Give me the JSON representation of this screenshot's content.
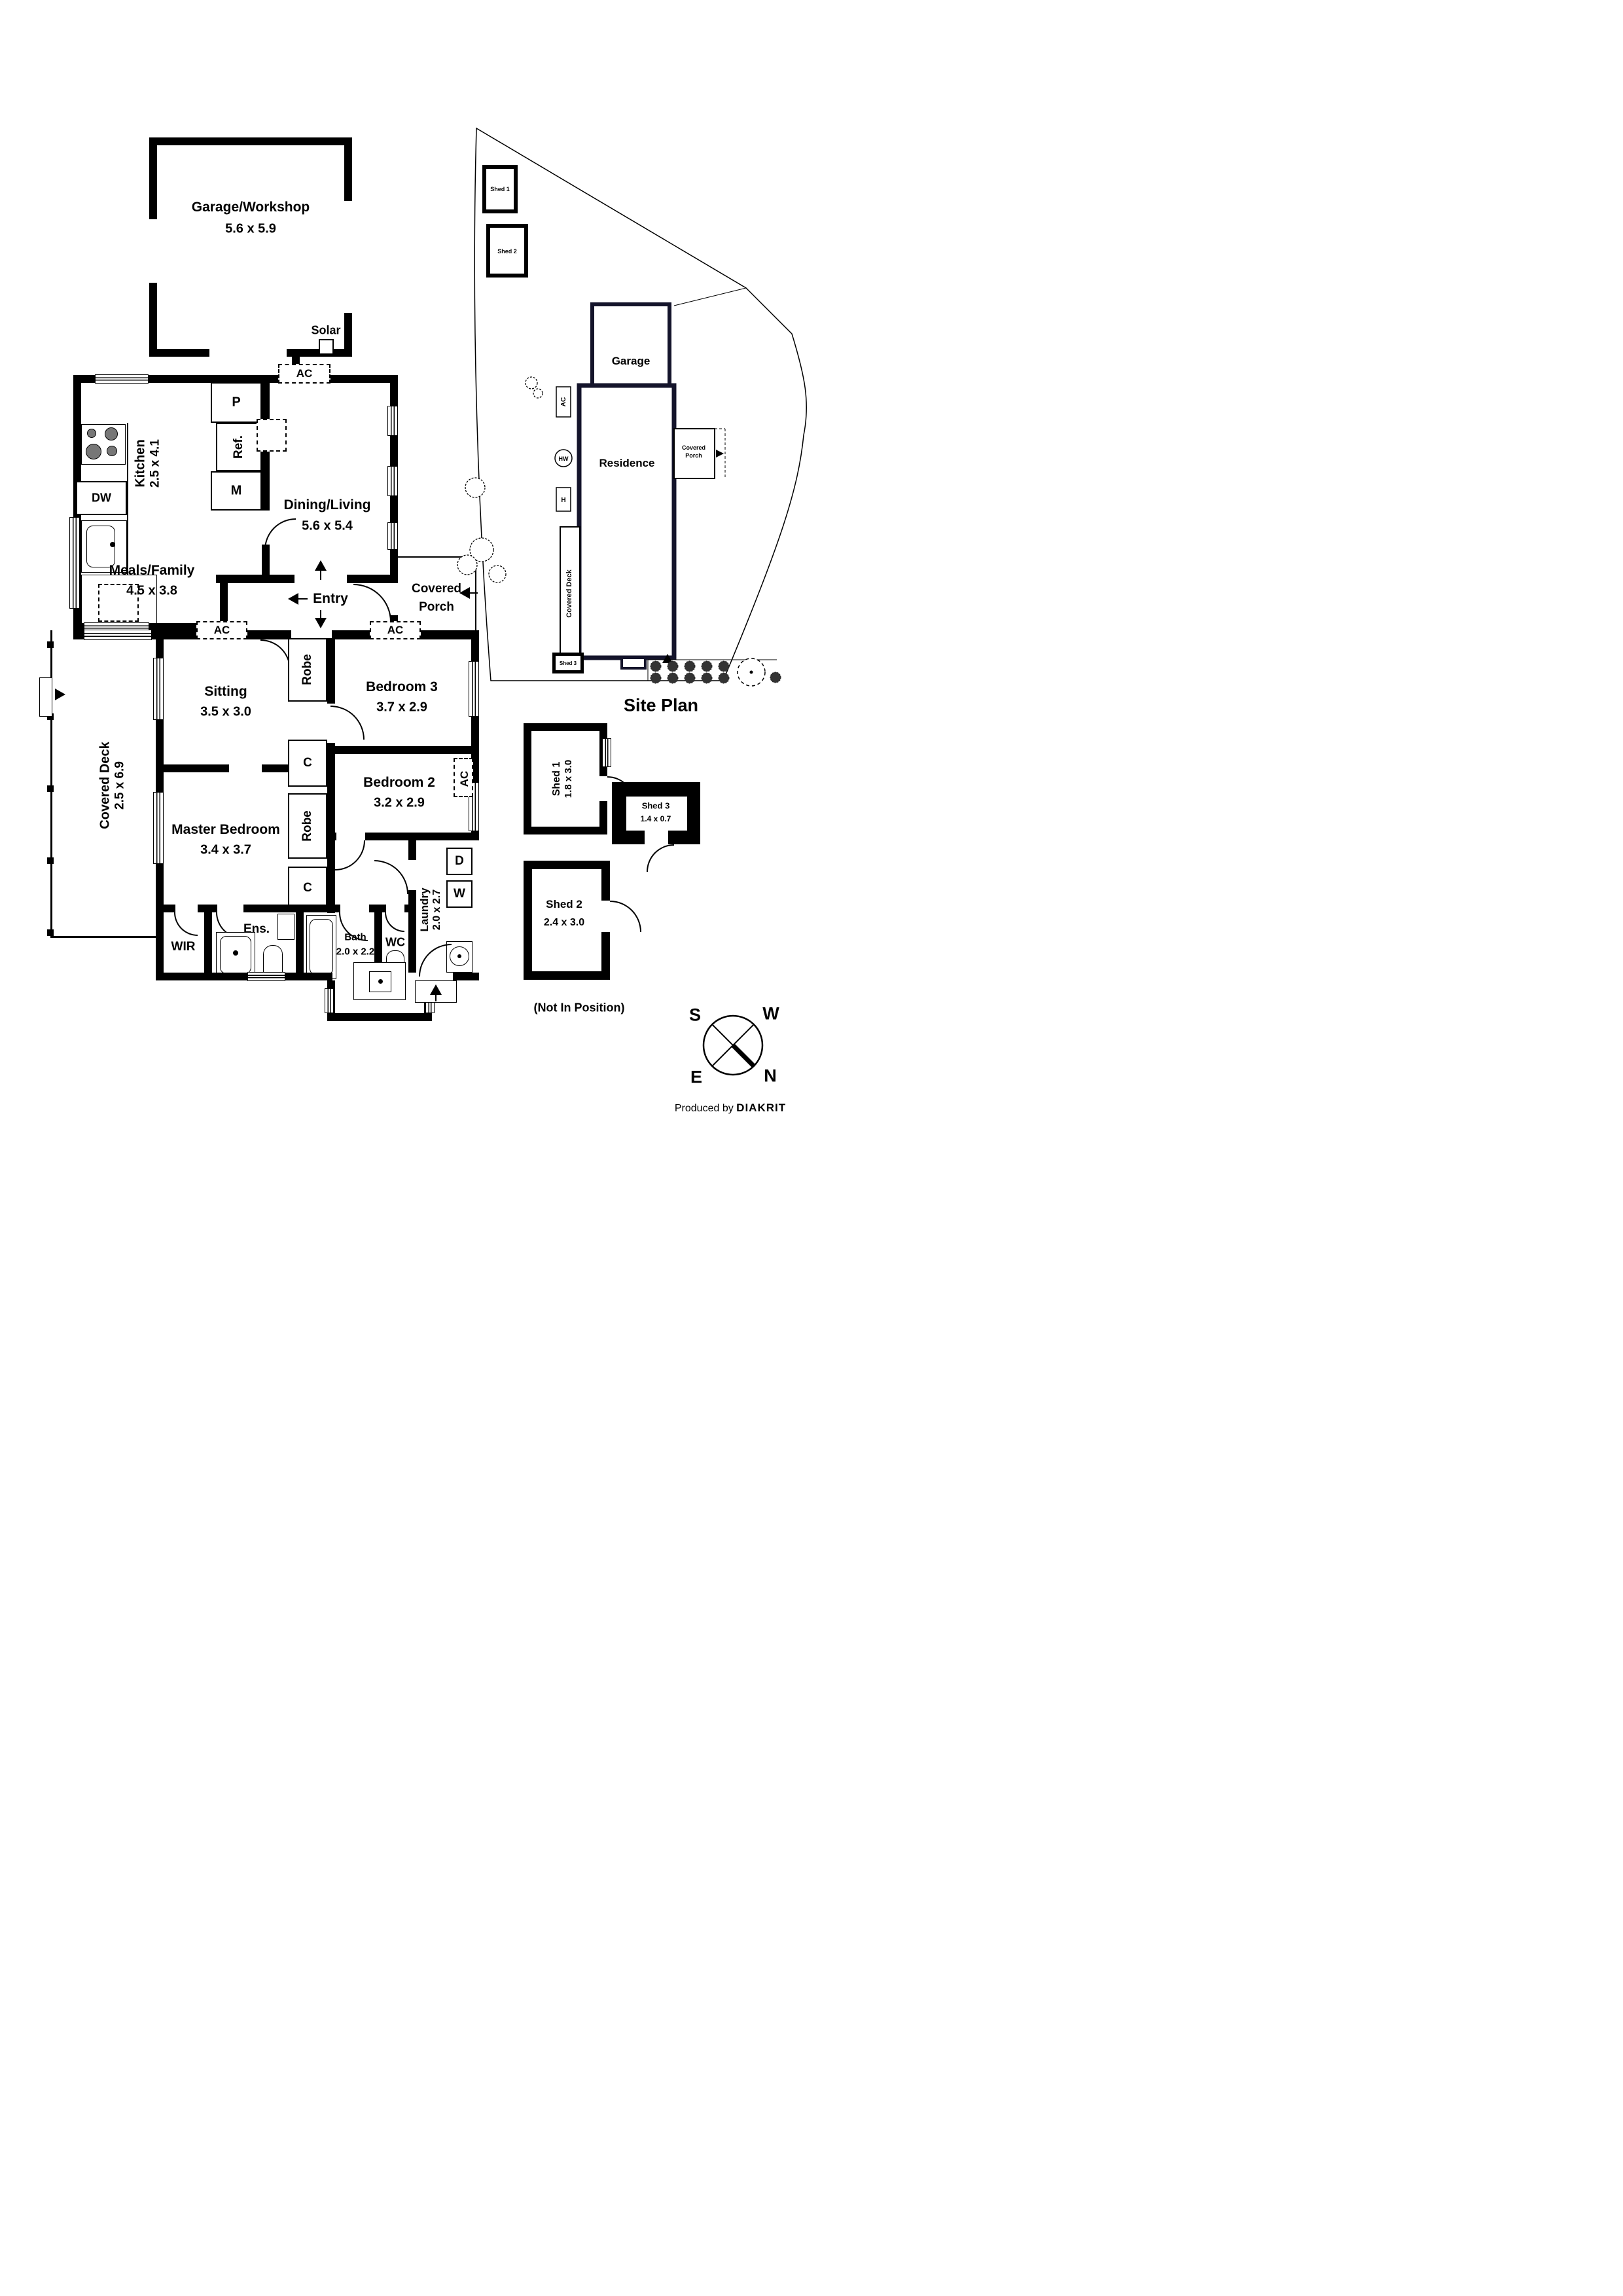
{
  "floorplan": {
    "rooms": {
      "garage": {
        "name": "Garage/Workshop",
        "dims": "5.6 x 5.9"
      },
      "kitchen": {
        "name": "Kitchen",
        "dims": "2.5 x 4.1"
      },
      "dining": {
        "name": "Dining/Living",
        "dims": "5.6 x 5.4"
      },
      "meals": {
        "name": "Meals/Family",
        "dims": "4.5 x 3.8"
      },
      "entry": {
        "name": "Entry"
      },
      "porch": {
        "line1": "Covered",
        "line2": "Porch"
      },
      "sitting": {
        "name": "Sitting",
        "dims": "3.5 x 3.0"
      },
      "bed3": {
        "name": "Bedroom 3",
        "dims": "3.7 x 2.9"
      },
      "bed2": {
        "name": "Bedroom 2",
        "dims": "3.2 x 2.9"
      },
      "master": {
        "name": "Master Bedroom",
        "dims": "3.4 x 3.7"
      },
      "deck": {
        "name": "Covered Deck",
        "dims": "2.5 x 6.9"
      },
      "wir": {
        "name": "WIR"
      },
      "ens": {
        "name": "Ens."
      },
      "bath": {
        "name": "Bath",
        "dims": "2.0 x 2.2"
      },
      "wc": {
        "name": "WC"
      },
      "laundry": {
        "name": "Laundry",
        "dims": "2.0 x 2.7"
      }
    },
    "fixtures": {
      "solar": "Solar",
      "dw": "DW",
      "pantry": "P",
      "fridge": "Ref.",
      "microwave": "M",
      "robe": "Robe",
      "closet": "C",
      "dryer": "D",
      "washer": "W",
      "ac": "AC"
    }
  },
  "siteplan": {
    "title": "Site Plan",
    "labels": {
      "garage": "Garage",
      "residence": "Residence",
      "porch1": "Covered",
      "porch2": "Porch",
      "deck": "Covered Deck",
      "shed1": "Shed 1",
      "shed2": "Shed 2",
      "shed3": "Shed 3",
      "ac": "AC",
      "hw": "HW",
      "h": "H"
    }
  },
  "sheds": {
    "shed1": {
      "name": "Shed 1",
      "dims": "1.8 x 3.0"
    },
    "shed2": {
      "name": "Shed 2",
      "dims": "2.4 x 3.0"
    },
    "shed3": {
      "name": "Shed 3",
      "dims": "1.4 x 0.7"
    },
    "note": "(Not In Position)"
  },
  "compass": {
    "n": "N",
    "s": "S",
    "e": "E",
    "w": "W"
  },
  "credit": {
    "prefix": "Produced by ",
    "brand": "DIAKRIT"
  }
}
